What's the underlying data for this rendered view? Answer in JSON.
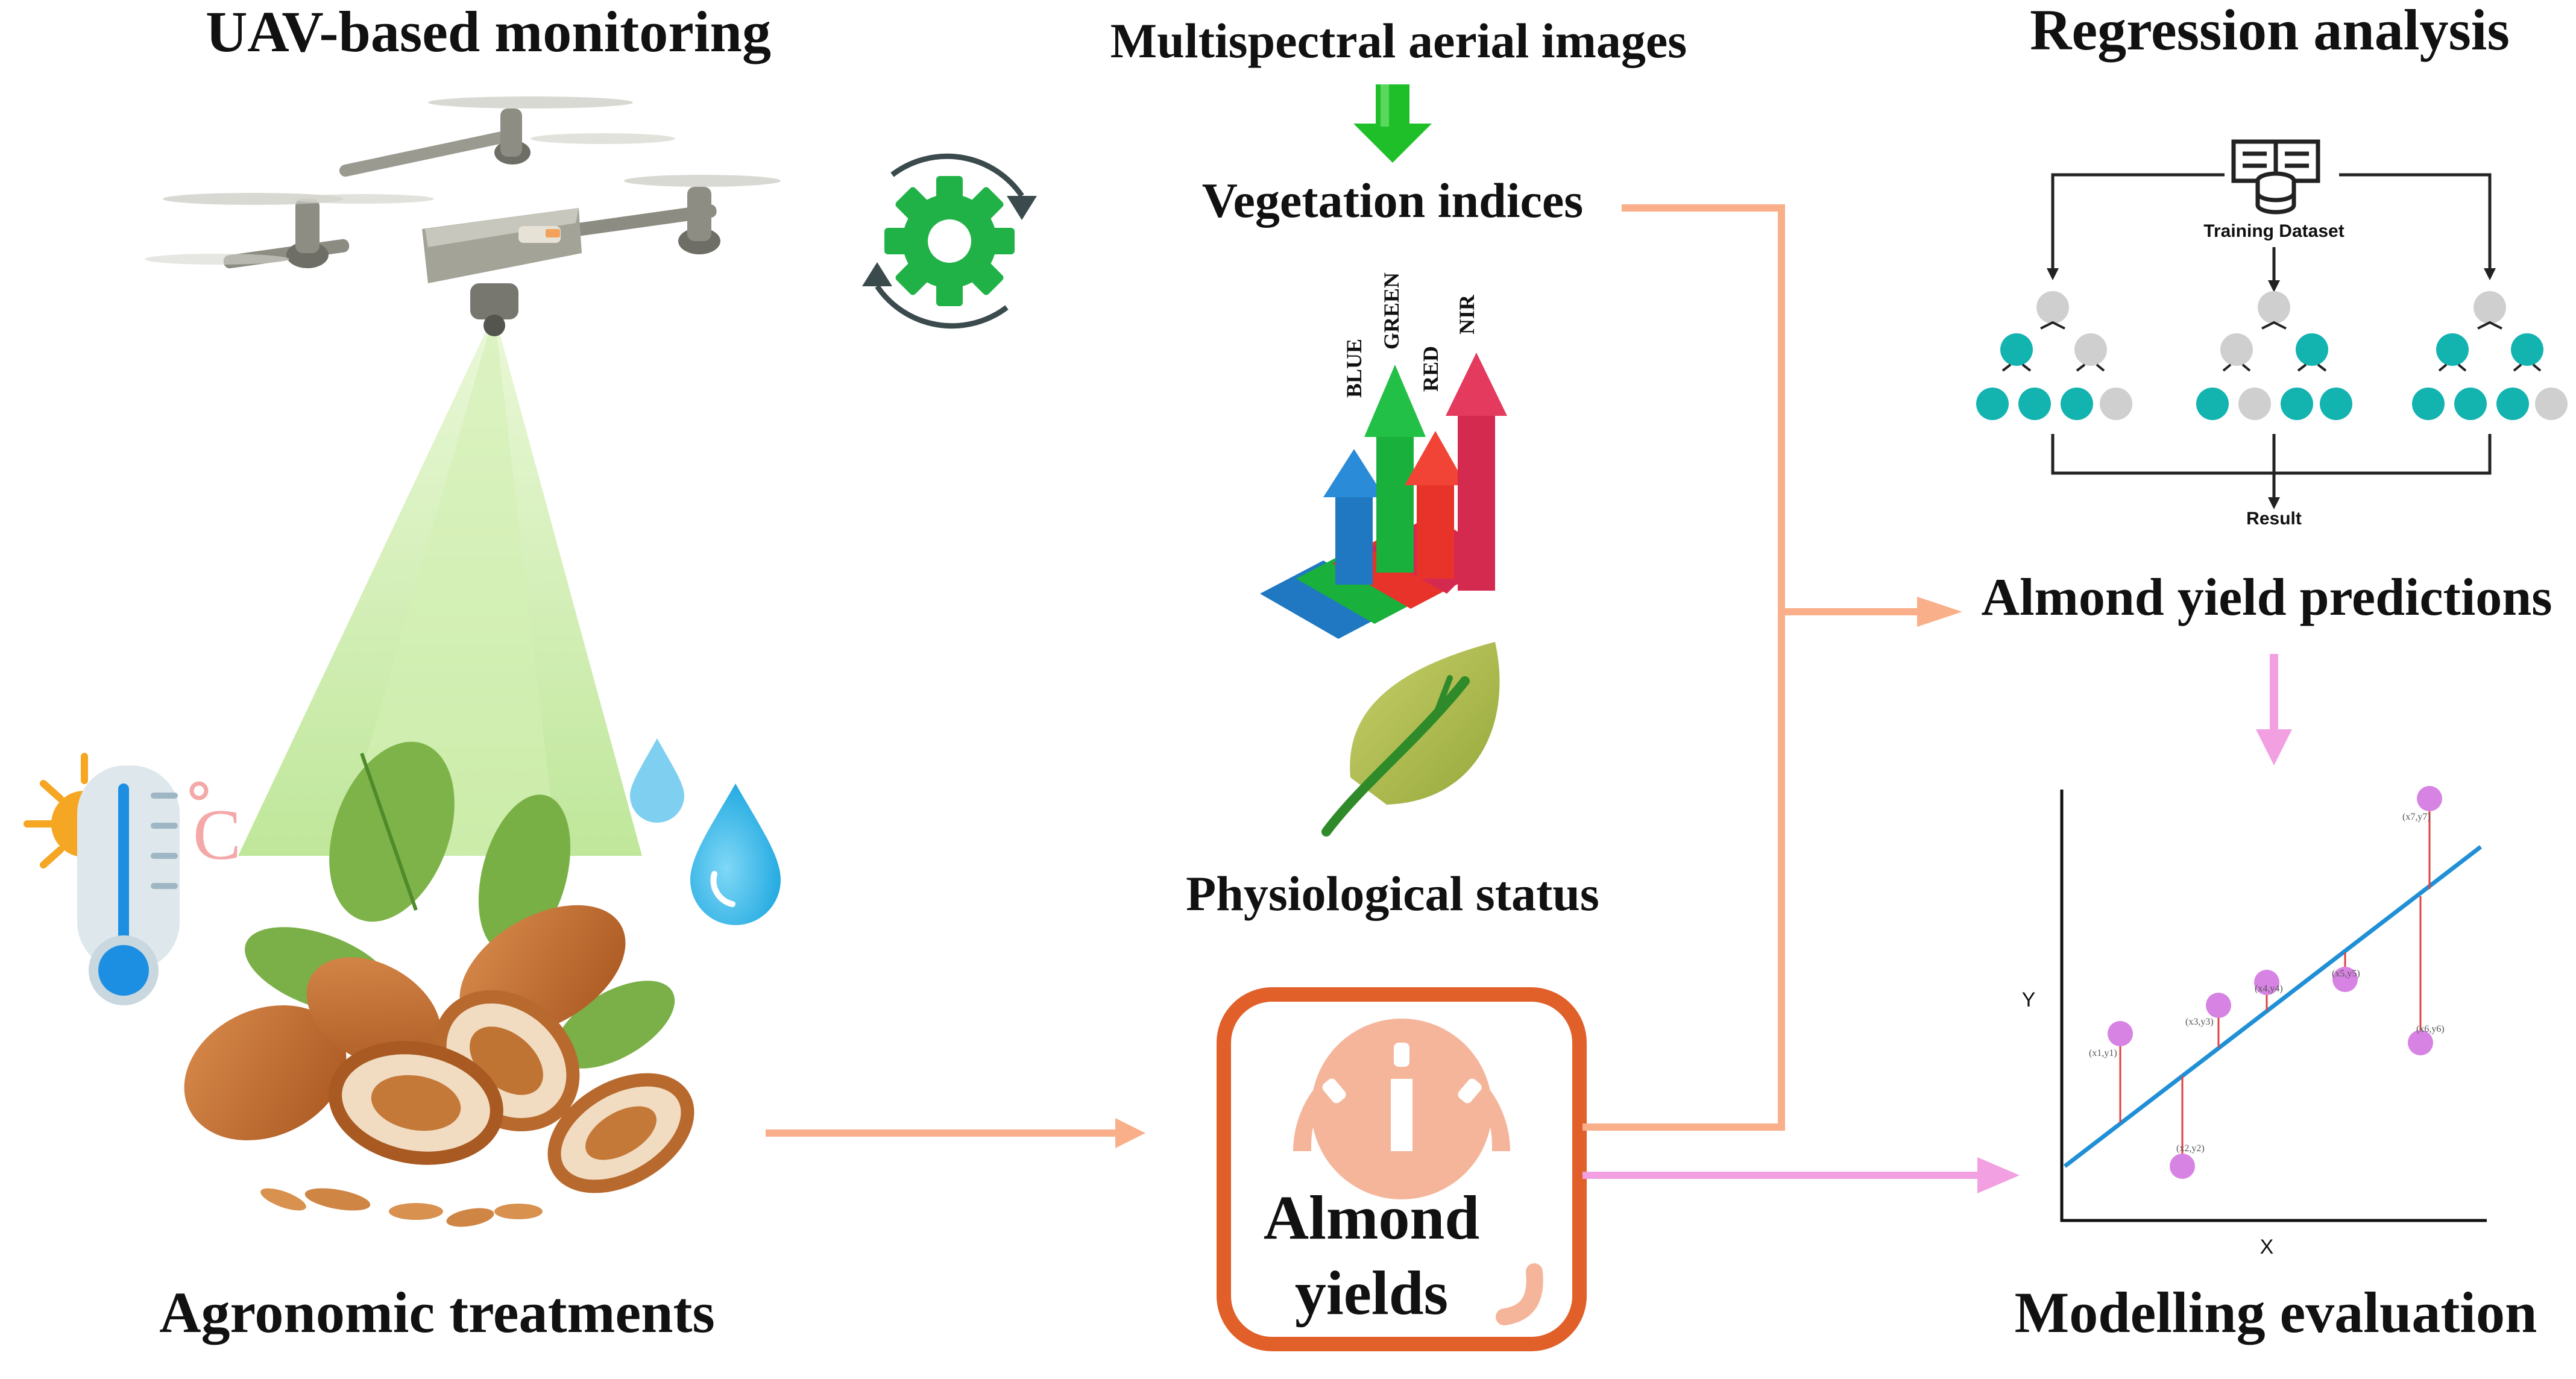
{
  "titles": {
    "uav": "UAV-based monitoring",
    "multispectral": "Multispectral aerial images",
    "regression": "Regression analysis",
    "vegetation": "Vegetation indices",
    "physiological": "Physiological status",
    "agronomic": "Agronomic treatments",
    "almond_yields_line1": "Almond",
    "almond_yields_line2": "yields",
    "predictions": "Almond yield predictions",
    "modelling": "Modelling evaluation"
  },
  "bands": [
    "BLUE",
    "GREEN",
    "RED",
    "NIR"
  ],
  "temperature_unit": "C",
  "forest": {
    "training_label": "Training Dataset",
    "result_label": "Result"
  },
  "scatter": {
    "x_label": "X",
    "y_label": "Y",
    "points": [
      "(x1,y1)",
      "(x2,y2)",
      "(x3,y3)",
      "(x4,y4)",
      "(x5,y5)",
      "(x7,y7)",
      "(x6,y6)"
    ]
  },
  "colors": {
    "orange_arrow": "#f9b08a",
    "pink_arrow": "#f2a0e2",
    "green_arrow": "#1fbf2a",
    "teal_node": "#13b3b0",
    "gray_node": "#cfcfcf",
    "yield_frame": "#e1602a",
    "regression_line": "#1f8fd6",
    "point": "#d783e3"
  }
}
